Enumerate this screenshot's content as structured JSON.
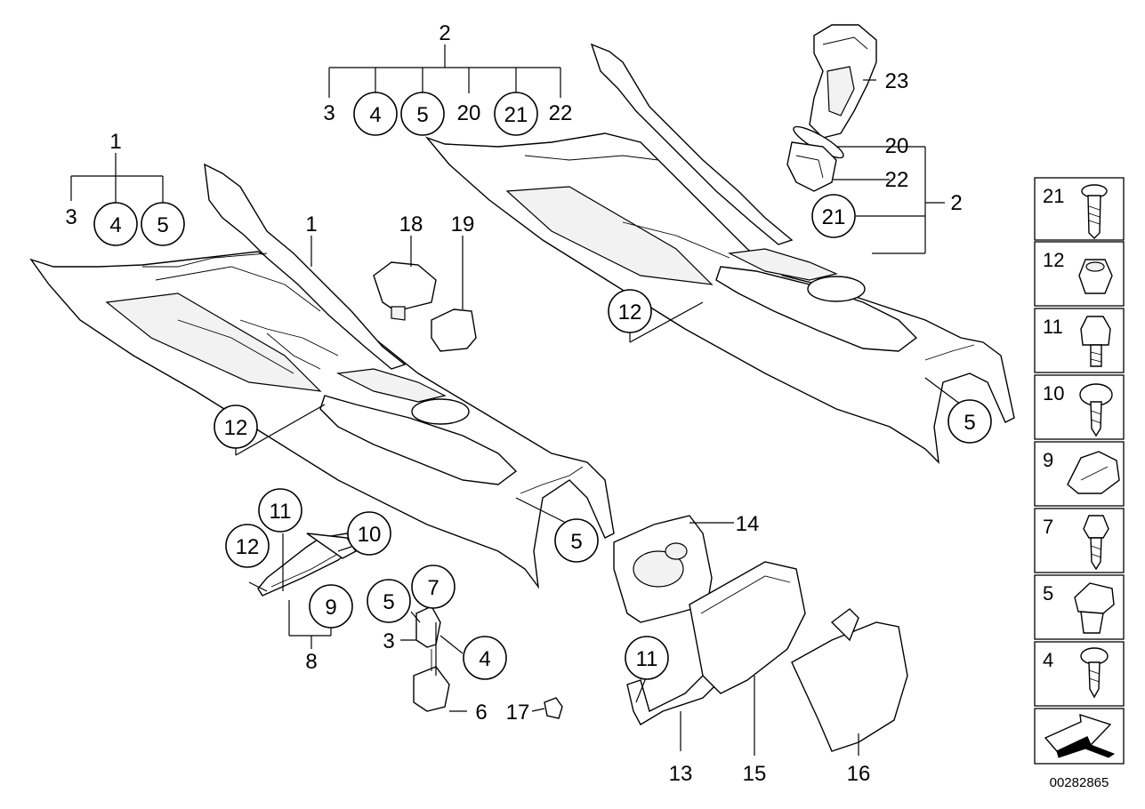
{
  "labels": {
    "c1_group": "1",
    "c1_a": "3",
    "c1_b": "4",
    "c1_c": "5",
    "c1_part": "1",
    "c2_group": "2",
    "c2_a": "3",
    "c2_b": "4",
    "c2_c": "5",
    "c2_d": "20",
    "c2_e": "21",
    "c2_f": "22",
    "p18": "18",
    "p19": "19",
    "p12_left": "12",
    "p12_right": "12",
    "p5_left": "5",
    "p5_right": "5",
    "p23": "23",
    "p20": "20",
    "p22": "22",
    "p21": "21",
    "p2_right": "2",
    "p11_left": "11",
    "p10": "10",
    "p12_small": "12",
    "p9": "9",
    "p8": "8",
    "p5_mid": "5",
    "p7": "7",
    "p3_mid": "3",
    "p4_mid": "4",
    "p6": "6",
    "p17": "17",
    "p14": "14",
    "p11_mid": "11",
    "p13": "13",
    "p15": "15",
    "p16": "16"
  },
  "legend": [
    {
      "num": "21",
      "icon": "screw-flange-icon"
    },
    {
      "num": "12",
      "icon": "hex-nut-icon"
    },
    {
      "num": "11",
      "icon": "hex-bolt-icon"
    },
    {
      "num": "10",
      "icon": "pan-screw-icon"
    },
    {
      "num": "9",
      "icon": "spring-clip-icon"
    },
    {
      "num": "7",
      "icon": "hex-screw-icon"
    },
    {
      "num": "5",
      "icon": "clip-nut-icon"
    },
    {
      "num": "4",
      "icon": "self-tapping-screw-icon"
    }
  ],
  "diagram_code": "00282865"
}
